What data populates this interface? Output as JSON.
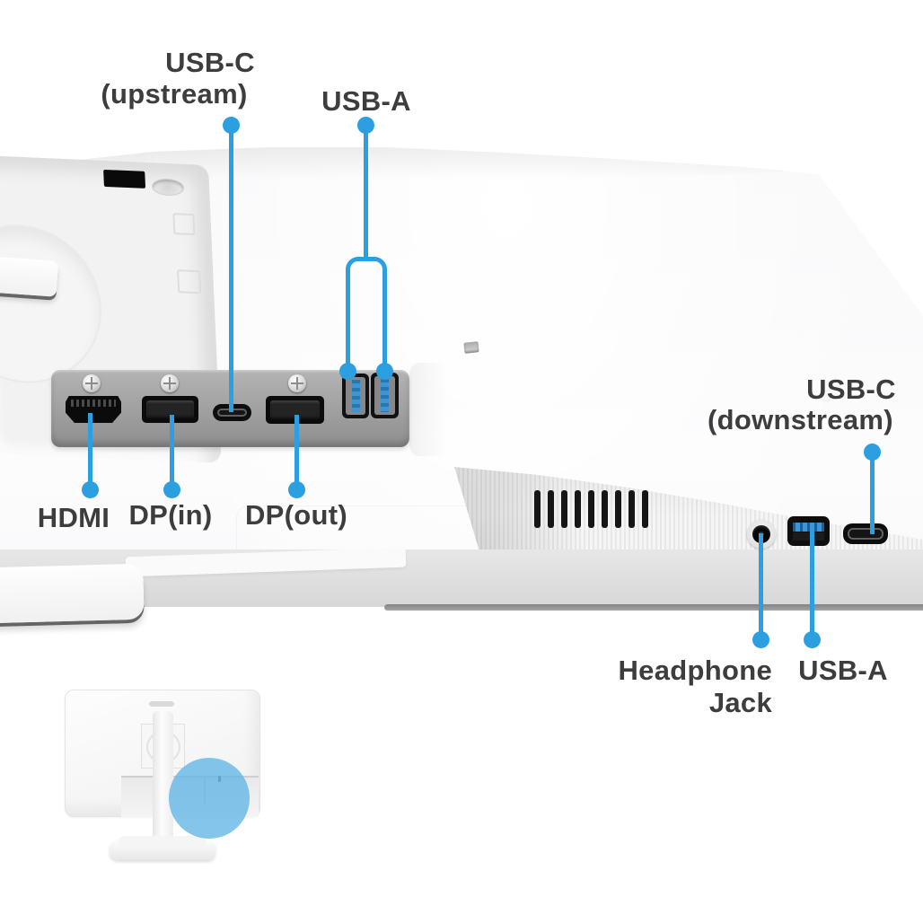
{
  "meta": {
    "subject": "monitor-rear-port-diagram"
  },
  "colors": {
    "callout_blue": "#2B9FDF",
    "label_text": "#3D3D3D",
    "panel_gray": "#9D9D9E",
    "port_black": "#111111",
    "usb_tongue_blue": "#3D95D6",
    "highlight_circle_blue": "#60B5E5",
    "body_white": "#F8F8F9",
    "bottom_strip_gray": "#DCDCDD"
  },
  "callouts": {
    "usb_c_upstream": {
      "line1": "USB-C",
      "line2": "(upstream)"
    },
    "usb_a_upstream": {
      "label": "USB-A"
    },
    "hdmi": {
      "label": "HDMI"
    },
    "dp_in": {
      "label": "DP(in)"
    },
    "dp_out": {
      "label": "DP(out)"
    },
    "usb_c_downstream": {
      "line1": "USB-C",
      "line2": "(downstream)"
    },
    "headphone_jack": {
      "line1": "Headphone",
      "line2": "Jack"
    },
    "usb_a_downstream": {
      "label": "USB-A"
    }
  },
  "ports": {
    "left_panel": [
      "hdmi",
      "dp-in",
      "usb-c-upstream",
      "dp-out",
      "usb-a",
      "usb-a"
    ],
    "bottom_right": [
      "headphone-jack",
      "usb-a",
      "usb-c-downstream"
    ]
  }
}
